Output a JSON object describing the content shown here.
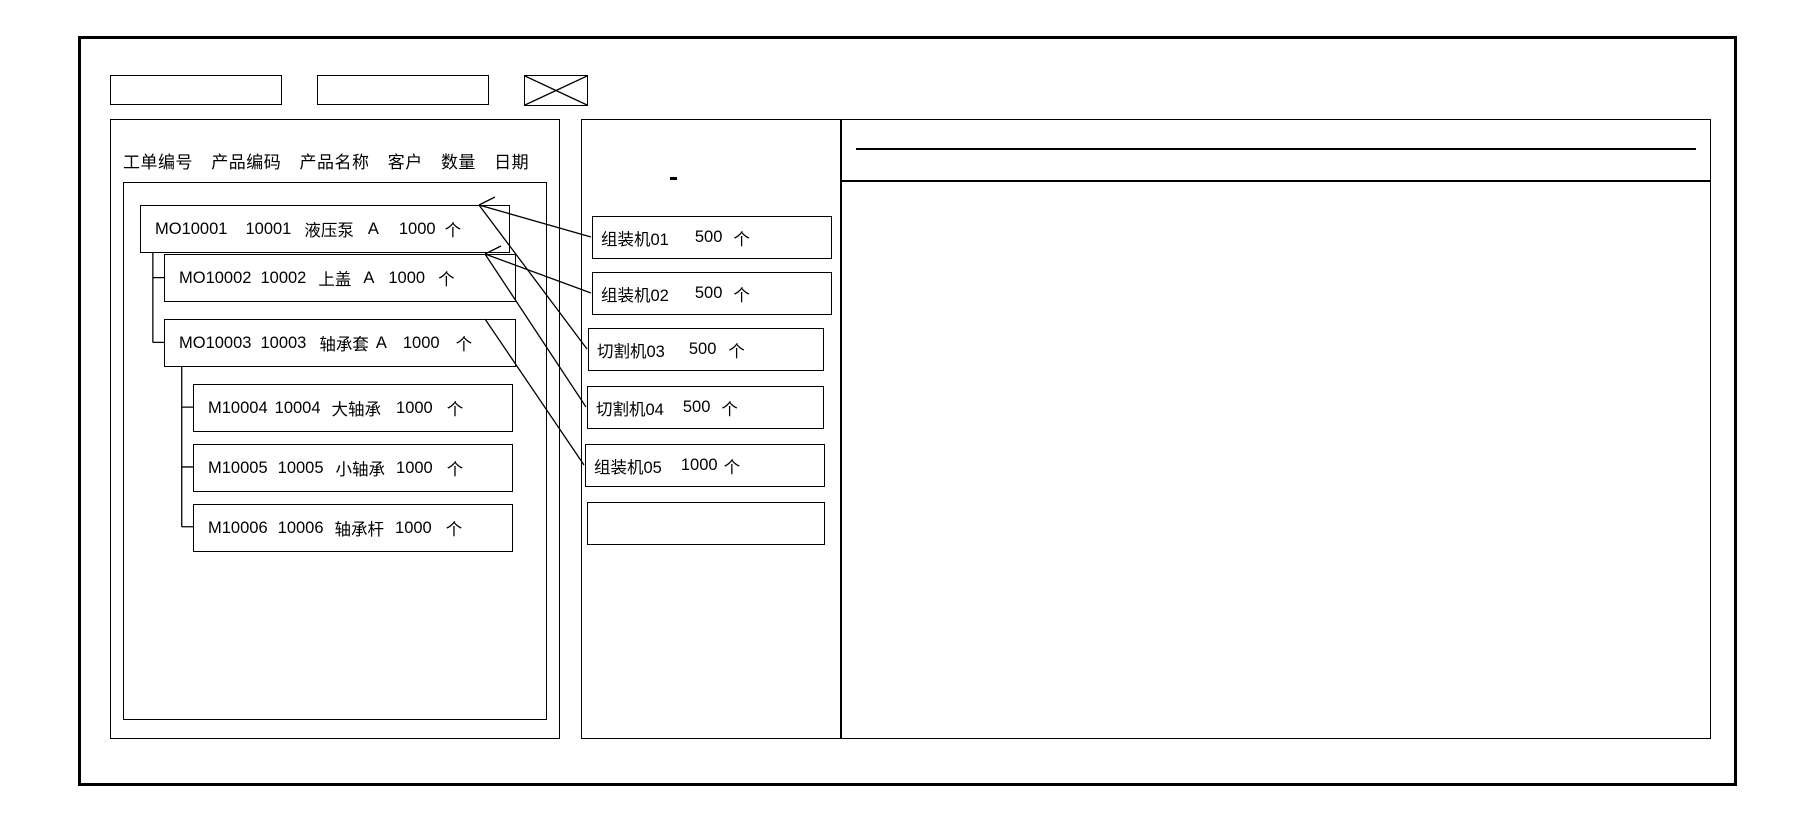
{
  "window": {
    "title": ""
  },
  "toolbar": {
    "box1_label": "",
    "box2_label": "",
    "xbox_label": ""
  },
  "left_panel": {
    "columns": [
      "工单编号",
      "产品编码",
      "产品名称",
      "客户",
      "数量",
      "日期"
    ],
    "rows": [
      {
        "order_no": "MO10001",
        "product_code": "10001",
        "product_name": "液压泵",
        "customer": "A",
        "qty": "1000",
        "unit": "个",
        "level": 0
      },
      {
        "order_no": "MO10002",
        "product_code": "10002",
        "product_name": "上盖",
        "customer": "A",
        "qty": "1000",
        "unit": "个",
        "level": 1
      },
      {
        "order_no": "MO10003",
        "product_code": "10003",
        "product_name": "轴承套",
        "customer": "A",
        "qty": "1000",
        "unit": "个",
        "level": 1
      },
      {
        "order_no": "M10004",
        "product_code": "10004",
        "product_name": "大轴承",
        "customer": "",
        "qty": "1000",
        "unit": "个",
        "level": 2
      },
      {
        "order_no": "M10005",
        "product_code": "10005",
        "product_name": "小轴承",
        "customer": "",
        "qty": "1000",
        "unit": "个",
        "level": 2
      },
      {
        "order_no": "M10006",
        "product_code": "10006",
        "product_name": "轴承杆",
        "customer": "",
        "qty": "1000",
        "unit": "个",
        "level": 2
      }
    ]
  },
  "middle_panel": {
    "machines": [
      {
        "name": "组装机01",
        "qty": "500",
        "unit": "个"
      },
      {
        "name": "组装机02",
        "qty": "500",
        "unit": "个"
      },
      {
        "name": "切割机03",
        "qty": "500",
        "unit": "个"
      },
      {
        "name": "切割机04",
        "qty": "500",
        "unit": "个"
      },
      {
        "name": "组装机05",
        "qty": "1000",
        "unit": "个"
      },
      {
        "name": "",
        "qty": "",
        "unit": ""
      }
    ]
  },
  "right_panel": {
    "header_label": "",
    "body_label": ""
  },
  "colors": {
    "stroke": "#000000",
    "background": "#ffffff"
  }
}
